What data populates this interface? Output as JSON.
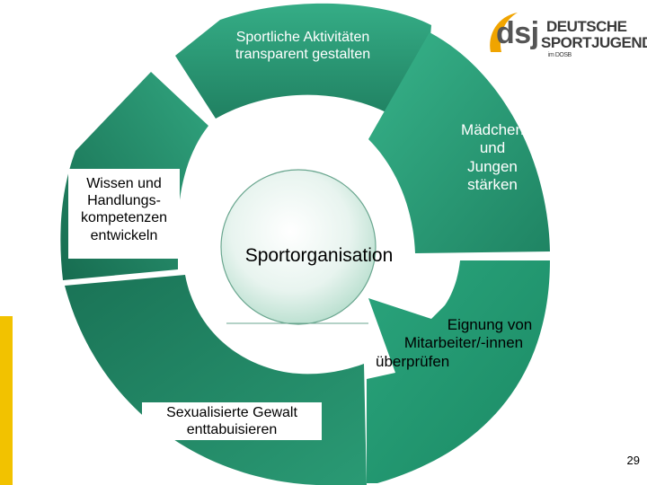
{
  "logo": {
    "mark": "dsj",
    "line1": "DEUTSCHE",
    "line2": "SPORTJUGEND",
    "line3": "im DOSB"
  },
  "center": {
    "label": "Sportorganisation"
  },
  "segments": {
    "top": "Sportliche Aktivitäten transparent gestalten",
    "right_lines": [
      "Mädchen",
      "und",
      "Jungen",
      "stärken"
    ],
    "left_lines": [
      "Wissen und",
      "Handlungs-",
      "kompetenzen",
      "entwickeln"
    ],
    "arrow_lines": [
      "Eignung von",
      "Mitarbeiter/-innen",
      "überprüfen"
    ],
    "bottom_lines": [
      "Sexualisierte Gewalt",
      "enttabuisieren"
    ]
  },
  "page_number": "29",
  "colors": {
    "green_dark": "#1e7a5c",
    "green_mid": "#2a9b74",
    "green_light": "#3fb58c",
    "accent_yellow": "#f2c200",
    "logo_orange": "#f0a400"
  }
}
